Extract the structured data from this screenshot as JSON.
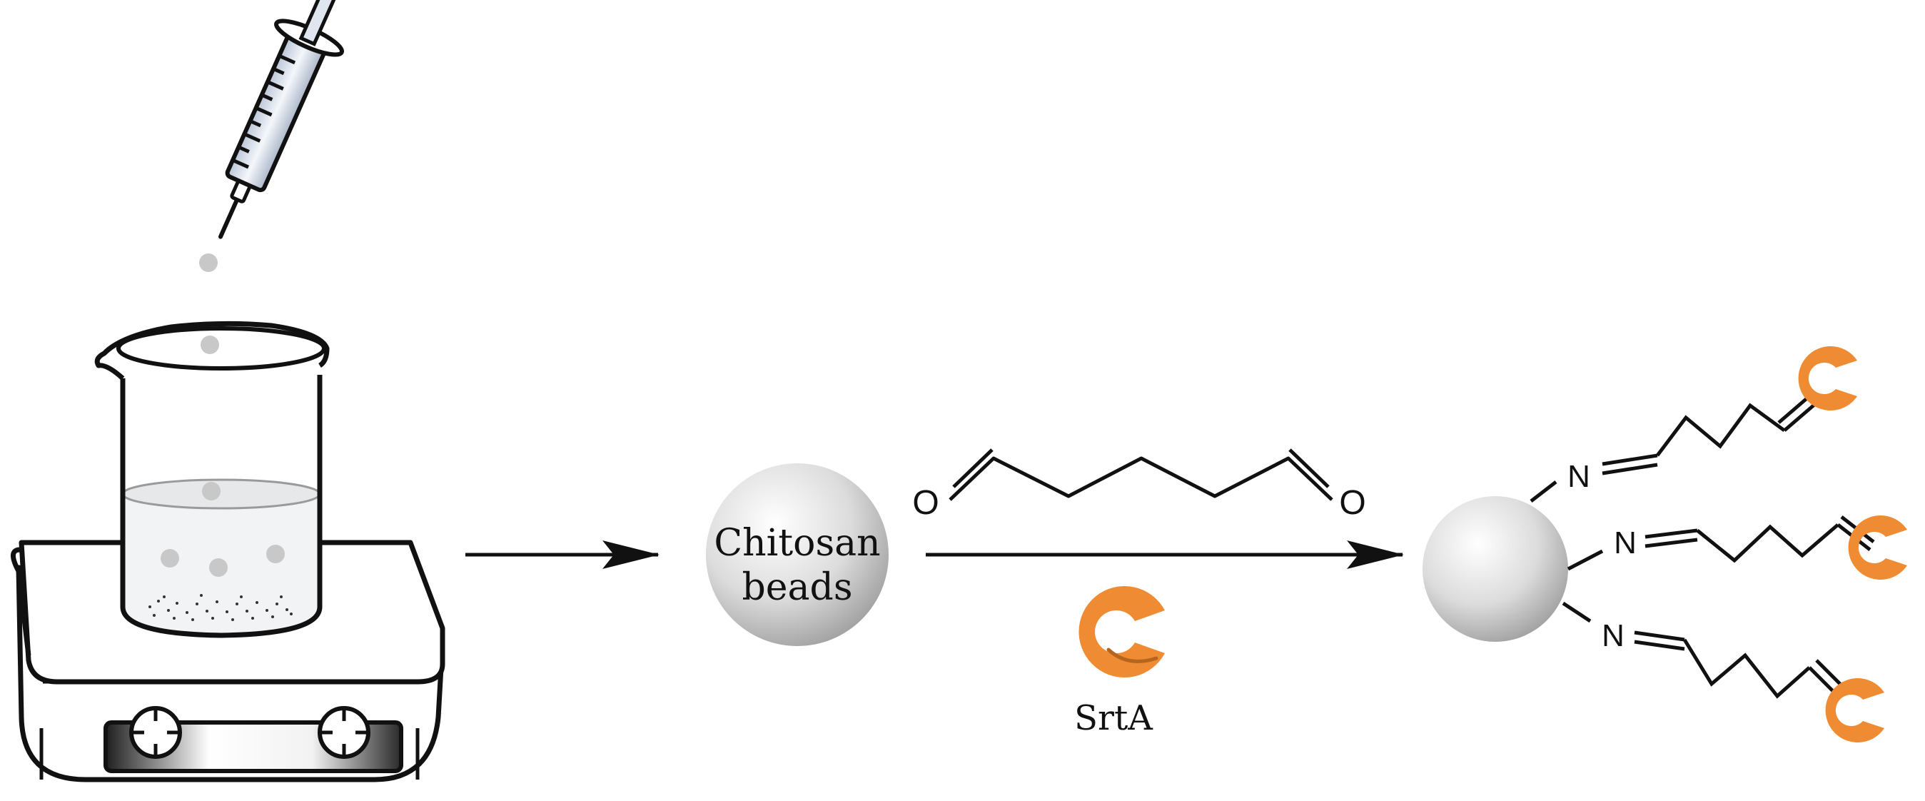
{
  "bead_label": {
    "line1": "Chitosan",
    "line2": "beads"
  },
  "reagent": {
    "oxygen_left": "O",
    "oxygen_right": "O"
  },
  "enzyme": {
    "label": "SrtA"
  },
  "product": {
    "nitrogen_1": "N",
    "nitrogen_2": "N",
    "nitrogen_3": "N"
  },
  "icons": {
    "syringe": "syringe-icon",
    "beaker": "beaker-icon",
    "stirrer": "hot-plate-stirrer-icon",
    "enzyme": "enzyme-icon"
  },
  "colors": {
    "enzyme": "#ef8c33",
    "bead": "#d9d9d9",
    "droplet": "#c8c8c8",
    "ink": "#111111"
  }
}
